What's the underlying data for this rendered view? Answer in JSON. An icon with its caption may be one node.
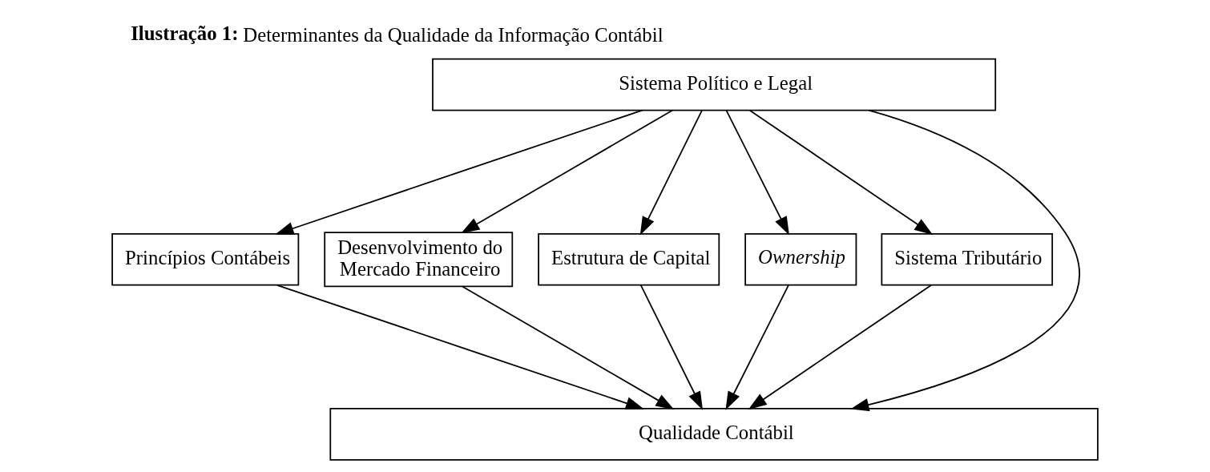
{
  "diagram": {
    "title": "**Ilustração 1:** Determinantes da Qualidade da Informação Contábil",
    "nodes": [
      {
        "text": [
          "Sistema Político e Legal"
        ]
      },
      {
        "text": [
          "Princípios Contábeis"
        ]
      },
      {
        "text": [
          "Desenvolvimento do Mercado Financeiro"
        ]
      },
      {
        "text": [
          "Estrutura de Capital"
        ]
      },
      {
        "text": [
          "Ownership"
        ]
      },
      {
        "text": [
          "Sistema Tributário"
        ]
      },
      {
        "text": [
          "Qualidade Contábil"
        ]
      }
    ],
    "edges": [
      {
        "from": 0,
        "to": 1,
        "arrow": "to"
      },
      {
        "from": 0,
        "to": 6,
        "arrow": "to"
      },
      {
        "from": 0,
        "to": 2,
        "arrow": "to"
      },
      {
        "from": 0,
        "to": 3,
        "arrow": "to"
      },
      {
        "from": 0,
        "to": 4,
        "arrow": "to"
      },
      {
        "from": 0,
        "to": 5,
        "arrow": "to"
      },
      {
        "from": 1,
        "to": 6,
        "arrow": "to"
      },
      {
        "from": 2,
        "to": 6,
        "arrow": "to"
      },
      {
        "from": 3,
        "to": 6,
        "arrow": "to"
      },
      {
        "from": 4,
        "to": 6,
        "arrow": "to"
      },
      {
        "from": 5,
        "to": 6,
        "arrow": "to"
      }
    ]
  }
}
